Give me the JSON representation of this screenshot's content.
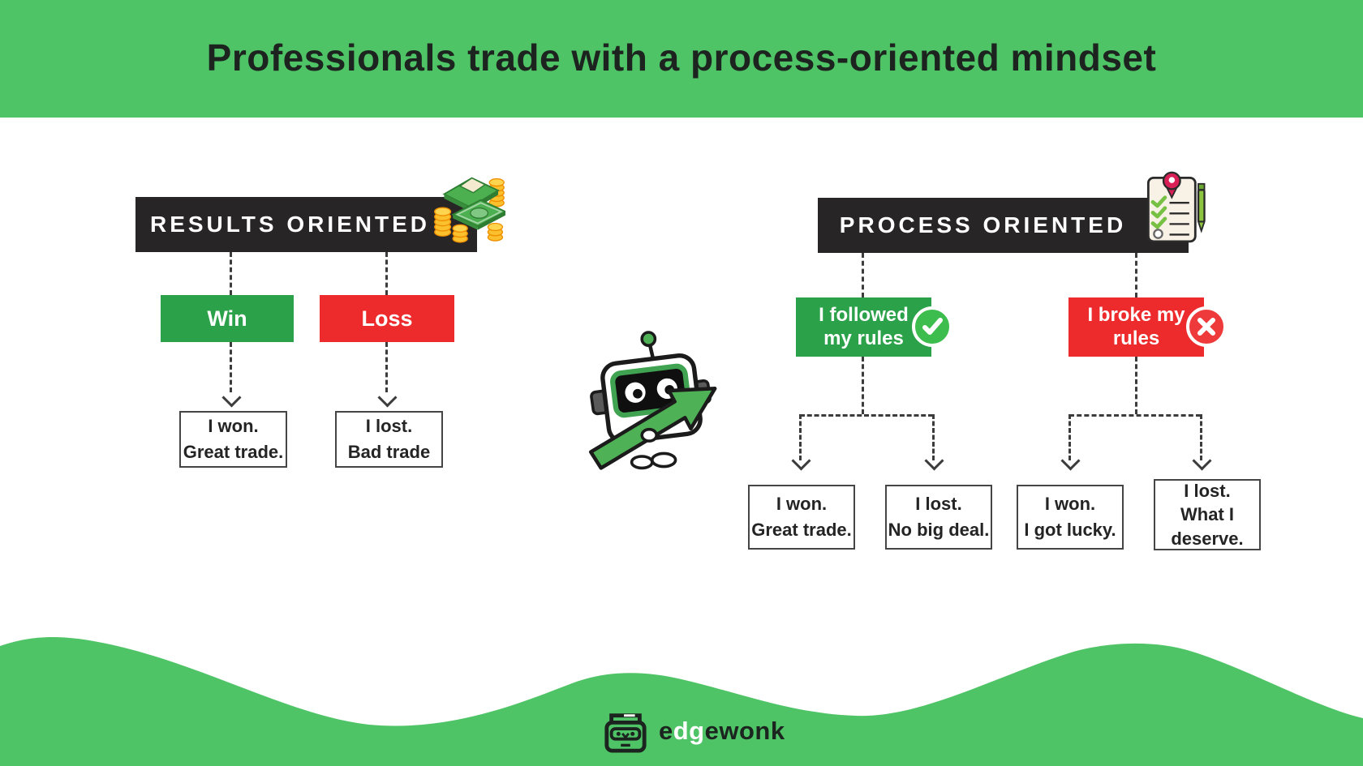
{
  "title": "Professionals trade with a process-oriented mindset",
  "results_tree": {
    "header": "RESULTS ORIENTED",
    "win_label": "Win",
    "loss_label": "Loss",
    "win_outcome": {
      "line1": "I won.",
      "line2": "Great trade."
    },
    "loss_outcome": {
      "line1": "I lost.",
      "line2": "Bad trade"
    }
  },
  "process_tree": {
    "header": "PROCESS ORIENTED",
    "followed_rules": {
      "line1": "I followed",
      "line2": "my rules"
    },
    "broke_rules": {
      "line1": "I broke my",
      "line2": "rules"
    },
    "outcomes": {
      "won_great": {
        "line1": "I won.",
        "line2": "Great trade."
      },
      "lost_no_big_deal": {
        "line1": "I lost.",
        "line2": "No big deal."
      },
      "won_lucky": {
        "line1": "I won.",
        "line2": "I got lucky."
      },
      "lost_deserve": {
        "line1": "I lost.",
        "line2": "What I",
        "line3": "deserve."
      }
    }
  },
  "footer": {
    "brand_part1": "e",
    "brand_part2": "dg",
    "brand_part3": "ewonk"
  },
  "colors": {
    "header_green": "#4fc466",
    "wave_green": "#4fc466",
    "box_green": "#2ba24a",
    "box_red": "#ed2b2d",
    "banner_dark": "#272525",
    "badge_green": "#3dbd4e",
    "badge_red": "#ee3a3a",
    "dash_gray": "#3c3c3c",
    "title_dark": "#1d2420"
  }
}
